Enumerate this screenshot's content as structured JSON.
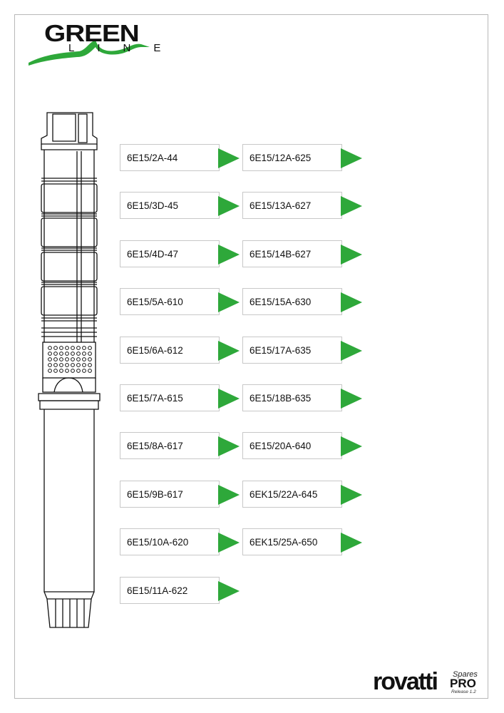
{
  "logo": {
    "word1": "GREEN",
    "word2": "LINE",
    "accent_color": "#2ea83a"
  },
  "pump": {
    "icon": "submersible-pump-icon"
  },
  "arrow": {
    "icon": "arrow-right-icon",
    "color": "#2ea83a"
  },
  "column1": [
    {
      "label": "6E15/2A-44"
    },
    {
      "label": "6E15/3D-45"
    },
    {
      "label": "6E15/4D-47"
    },
    {
      "label": "6E15/5A-610"
    },
    {
      "label": "6E15/6A-612"
    },
    {
      "label": "6E15/7A-615"
    },
    {
      "label": "6E15/8A-617"
    },
    {
      "label": "6E15/9B-617"
    },
    {
      "label": "6E15/10A-620"
    },
    {
      "label": "6E15/11A-622"
    }
  ],
  "column2": [
    {
      "label": "6E15/12A-625"
    },
    {
      "label": "6E15/13A-627"
    },
    {
      "label": "6E15/14B-627"
    },
    {
      "label": "6E15/15A-630"
    },
    {
      "label": "6E15/17A-635"
    },
    {
      "label": "6E15/18B-635"
    },
    {
      "label": "6E15/20A-640"
    },
    {
      "label": "6EK15/22A-645"
    },
    {
      "label": "6EK15/25A-650"
    }
  ],
  "brand": {
    "name": "rovatti",
    "spares": "Spares",
    "pro": "PRO",
    "release": "Release 1.2"
  }
}
